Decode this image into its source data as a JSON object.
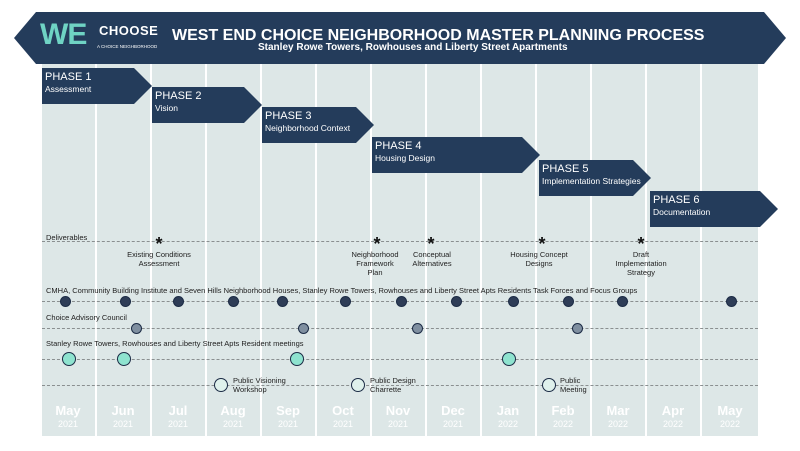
{
  "logo": {
    "we": "WE",
    "choose": "CHOOSE",
    "tagline": "A CHOICE NEIGHBORHOOD"
  },
  "header": {
    "title": "WEST END CHOICE NEIGHBORHOOD MASTER PLANNING PROCESS",
    "subtitle": "Stanley Rowe Towers, Rowhouses and Liberty Street Apartments"
  },
  "colors": {
    "navy": "#243c5b",
    "column": "#dde7e7",
    "teal": "#8ee3cf"
  },
  "months": [
    {
      "m": "May",
      "y": "2021"
    },
    {
      "m": "Jun",
      "y": "2021"
    },
    {
      "m": "Jul",
      "y": "2021"
    },
    {
      "m": "Aug",
      "y": "2021"
    },
    {
      "m": "Sep",
      "y": "2021"
    },
    {
      "m": "Oct",
      "y": "2021"
    },
    {
      "m": "Nov",
      "y": "2021"
    },
    {
      "m": "Dec",
      "y": "2021"
    },
    {
      "m": "Jan",
      "y": "2022"
    },
    {
      "m": "Feb",
      "y": "2022"
    },
    {
      "m": "Mar",
      "y": "2022"
    },
    {
      "m": "Apr",
      "y": "2022"
    },
    {
      "m": "May",
      "y": "2022"
    }
  ],
  "phases": [
    {
      "title": "PHASE 1",
      "subtitle": "Assessment"
    },
    {
      "title": "PHASE 2",
      "subtitle": "Vision"
    },
    {
      "title": "PHASE 3",
      "subtitle": "Neighborhood Context"
    },
    {
      "title": "PHASE 4",
      "subtitle": "Housing Design"
    },
    {
      "title": "PHASE 5",
      "subtitle": "Implementation Strategies"
    },
    {
      "title": "PHASE 6",
      "subtitle": "Documentation"
    }
  ],
  "rows": {
    "deliverables": "Deliverables",
    "task_forces": "CMHA, Community Building Institute and Seven Hills Neighborhood Houses, Stanley Rowe Towers, Rowhouses and Liberty Street Apts Residents Task Forces and Focus Groups",
    "advisory": "Choice Advisory Council",
    "resident_meetings": "Stanley Rowe Towers, Rowhouses and Liberty Street Apts Resident meetings"
  },
  "deliverables": [
    {
      "line1": "Existing Conditions",
      "line2": "Assessment",
      "line3": ""
    },
    {
      "line1": "Neighborhood",
      "line2": "Framework",
      "line3": "Plan"
    },
    {
      "line1": "Conceptual",
      "line2": "Alternatives",
      "line3": ""
    },
    {
      "line1": "Housing Concept",
      "line2": "Designs",
      "line3": ""
    },
    {
      "line1": "Draft",
      "line2": "Implementation",
      "line3": "Strategy"
    }
  ],
  "public_events": [
    {
      "line1": "Public Visioning",
      "line2": "Workshop"
    },
    {
      "line1": "Public Design",
      "line2": "Charrette"
    },
    {
      "line1": "Public",
      "line2": "Meeting"
    }
  ]
}
